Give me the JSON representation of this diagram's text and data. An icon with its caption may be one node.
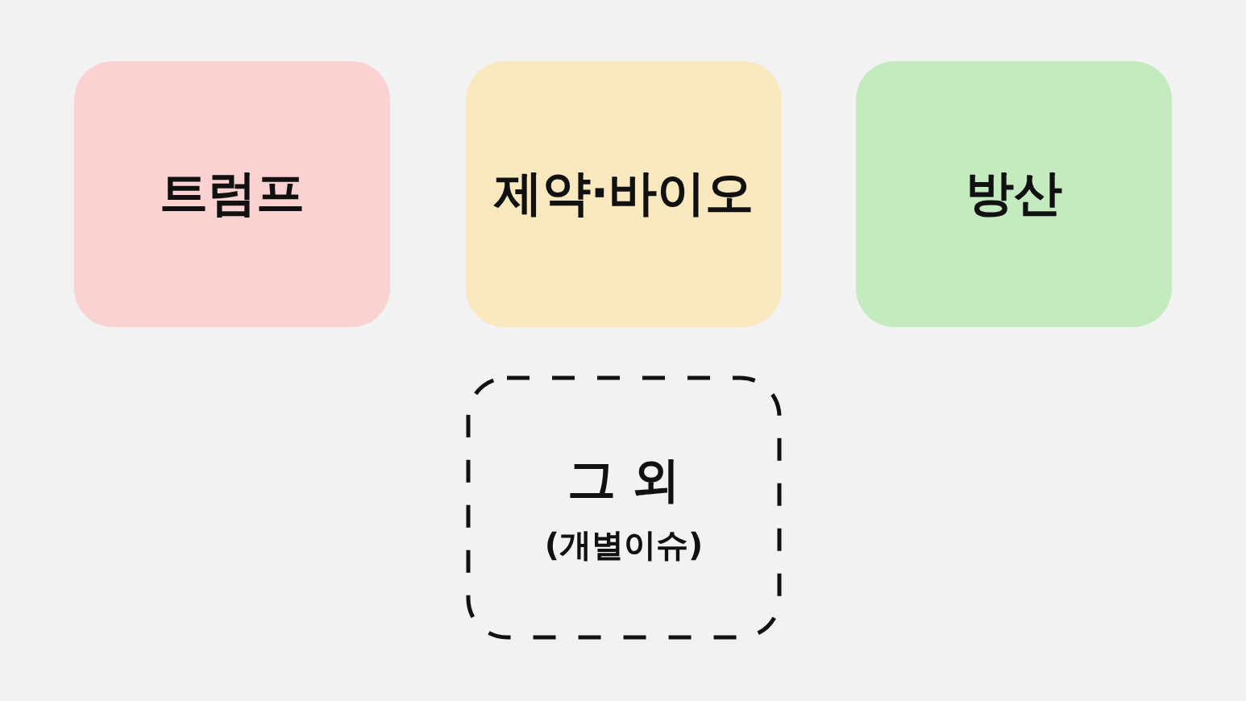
{
  "diagram": {
    "nodes": [
      {
        "text": [
          "트럼프"
        ]
      },
      {
        "text": [
          "제약·바이오"
        ]
      },
      {
        "text": [
          "방산"
        ]
      },
      {
        "text": [
          "그 외",
          "(개별이슈)"
        ]
      }
    ]
  }
}
